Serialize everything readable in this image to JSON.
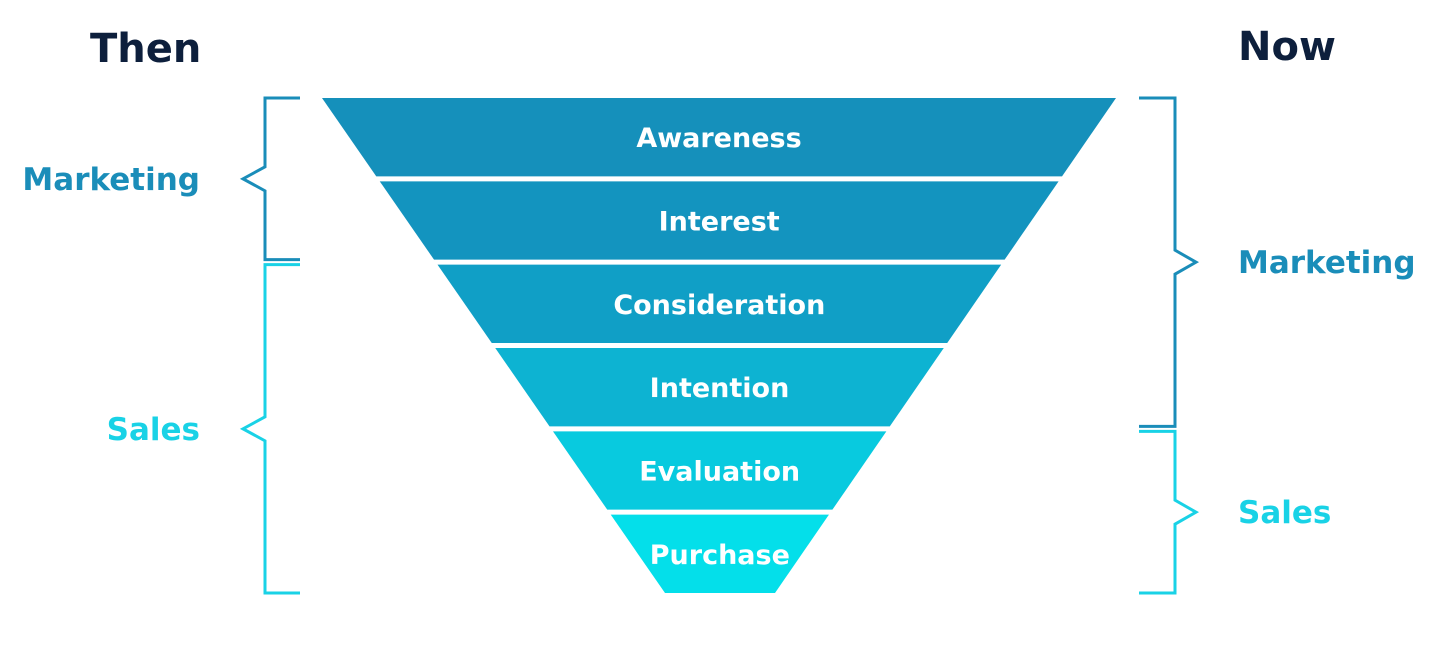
{
  "headings": {
    "then": "Then",
    "now": "Now"
  },
  "colors": {
    "heading": "#0d1f3c",
    "marketing": "#1a8db9",
    "sales": "#19d2e6",
    "text_on_funnel": "#ffffff"
  },
  "funnel": {
    "stages": [
      {
        "label": "Awareness",
        "color": "#1590bb"
      },
      {
        "label": "Interest",
        "color": "#1394bf"
      },
      {
        "label": "Consideration",
        "color": "#109fc6"
      },
      {
        "label": "Intention",
        "color": "#0db3d2"
      },
      {
        "label": "Evaluation",
        "color": "#08cadf"
      },
      {
        "label": "Purchase",
        "color": "#04dfea"
      }
    ]
  },
  "then_groups": [
    {
      "label": "Marketing",
      "from_stage": 0,
      "to_stage": 1,
      "color": "#1a8db9"
    },
    {
      "label": "Sales",
      "from_stage": 2,
      "to_stage": 5,
      "color": "#19d2e6"
    }
  ],
  "now_groups": [
    {
      "label": "Marketing",
      "from_stage": 0,
      "to_stage": 3,
      "color": "#1a8db9"
    },
    {
      "label": "Sales",
      "from_stage": 4,
      "to_stage": 5,
      "color": "#19d2e6"
    }
  ]
}
